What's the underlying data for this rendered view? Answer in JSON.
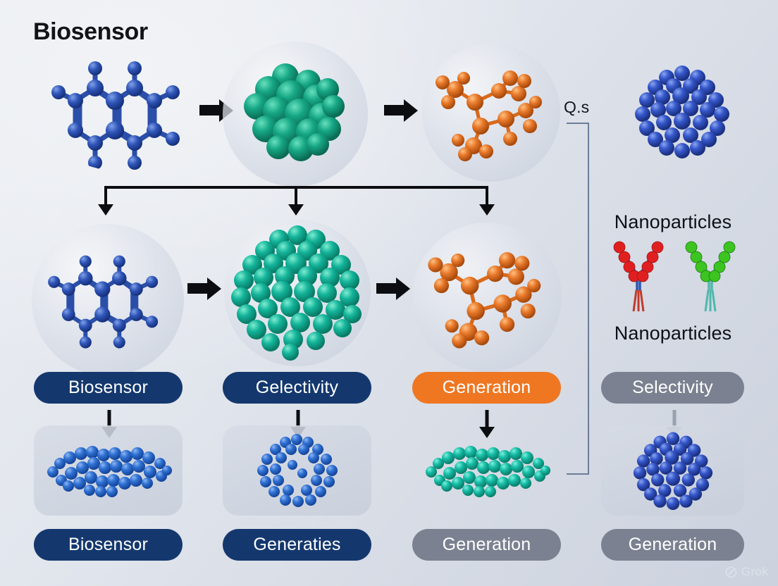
{
  "title": "Biosensor",
  "colors": {
    "navy": "#14386e",
    "orange": "#ef7722",
    "gray": "#7b8190",
    "arrow_dark": "#0b0d11",
    "bracket": "#6b7d99",
    "molecule_blue": "#2b4fa8",
    "molecule_teal": "#19a383",
    "molecule_orange": "#e2761f",
    "molecule_cyan": "#1fbfae",
    "nanoparticle_blue": "#2f57c4",
    "antibody_red": "#e02020",
    "antibody_green": "#3cc421",
    "background": "#e2e6ed"
  },
  "annotations": {
    "qs_label": "Q.s"
  },
  "top_row": [
    {
      "id": "top-molecule-blue",
      "icon": "blue-bicyclic-molecule-icon",
      "has_circle": false
    },
    {
      "id": "top-cluster-teal",
      "icon": "teal-sphere-cluster-icon",
      "has_circle": true
    },
    {
      "id": "top-molecule-orange",
      "icon": "orange-branched-molecule-icon",
      "has_circle": true
    },
    {
      "id": "top-nanoparticle-blue",
      "icon": "blue-nanoparticle-sphere-icon",
      "has_circle": false
    }
  ],
  "middle_row": [
    {
      "id": "mid-molecule-blue",
      "icon": "blue-bicyclic-molecule-icon",
      "label": "Biosensor",
      "style": "navy"
    },
    {
      "id": "mid-cluster-teal",
      "icon": "teal-sphere-cluster-icon",
      "label": "Gelectivity",
      "style": "navy"
    },
    {
      "id": "mid-molecule-orange",
      "icon": "orange-branched-molecule-icon",
      "label": "Generation",
      "style": "orange"
    },
    {
      "id": "mid-antibodies",
      "icon": "antibody-pair-icon",
      "label": "Selectivity",
      "style": "gray"
    }
  ],
  "bottom_row": [
    {
      "id": "bot-chain-blue",
      "icon": "blue-molecular-chain-icon",
      "label": "Biosensor",
      "style": "navy",
      "has_card": true,
      "arrow": "dark"
    },
    {
      "id": "bot-ring-blue",
      "icon": "blue-molecular-ring-icon",
      "label": "Generaties",
      "style": "navy",
      "has_card": true,
      "arrow": "dark"
    },
    {
      "id": "bot-chain-cyan",
      "icon": "cyan-molecular-chain-icon",
      "label": "Generation",
      "style": "gray",
      "has_card": false,
      "arrow": "dark"
    },
    {
      "id": "bot-nanoparticle-blue",
      "icon": "blue-nanoparticle-sphere-icon",
      "label": "Generation",
      "style": "gray",
      "has_card": true,
      "arrow": "gray"
    }
  ],
  "side_panel": {
    "label_top": "Nanoparticles",
    "label_bottom": "Nanoparticles"
  },
  "watermark": {
    "text": "Grok",
    "icon": "grok-logo-icon"
  }
}
